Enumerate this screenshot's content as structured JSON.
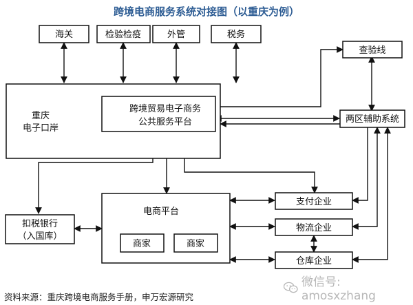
{
  "title": "跨境电商服务系统对接图（以重庆为例）",
  "nodes": {
    "customs": "海关",
    "inspection": "检验检疫",
    "forex": "外管",
    "tax": "税务",
    "check_line": "查验线",
    "chongqing_port_line1": "重庆",
    "chongqing_port_line2": "电子口岸",
    "platform_line1": "跨境贸易电子商务",
    "platform_line2": "公共服务平台",
    "two_zones": "两区辅助系统",
    "ecommerce": "电商平台",
    "merchant_a": "商家",
    "merchant_b": "商家",
    "bank_line1": "扣税银行",
    "bank_line2": "（入国库）",
    "payment": "支付企业",
    "logistics": "物流企业",
    "warehouse": "仓库企业"
  },
  "source": "资料来源：重庆跨境电商服务手册，申万宏源研究",
  "watermark": "微信号: amosxzhang"
}
